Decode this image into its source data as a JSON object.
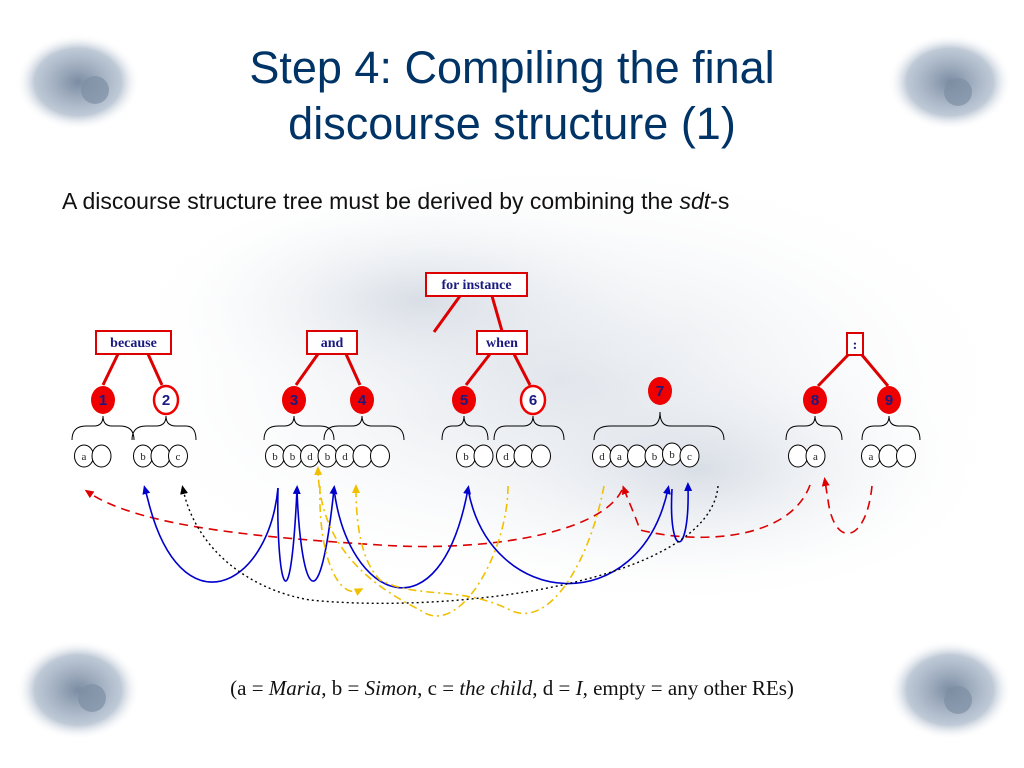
{
  "slide": {
    "title_line1": "Step 4: Compiling the final",
    "title_line2": "discourse structure (1)",
    "subtitle_prefix": "A discourse structure tree must be derived by combining the ",
    "subtitle_italic": "sdt",
    "subtitle_suffix": "-s"
  },
  "legend": {
    "open": "(a = ",
    "a": "Maria",
    "sep1": ", b = ",
    "b": "Simon",
    "sep2": ", c = ",
    "c": "the child",
    "sep3": ", d = ",
    "d": "I",
    "close": ", empty = any other REs)"
  },
  "diagram": {
    "relations": {
      "for_instance": "for instance",
      "because": "because",
      "and": "and",
      "when": "when",
      "colon": ":"
    },
    "nodes": [
      "1",
      "2",
      "3",
      "4",
      "5",
      "6",
      "7",
      "8",
      "9"
    ],
    "colors": {
      "red": "#dd0000",
      "blue": "#0000cc",
      "yellow": "#f0c000",
      "black": "#000000",
      "node_text": "#1a1a80"
    },
    "chains": [
      [
        "a",
        ""
      ],
      [
        "b",
        "",
        "c"
      ],
      [
        "b",
        "b",
        "d",
        "b",
        "d",
        "",
        ""
      ],
      [
        "b",
        ""
      ],
      [
        "d",
        "",
        ""
      ],
      [
        "d",
        "a",
        "",
        "b",
        "b",
        "c"
      ],
      [
        "",
        "a"
      ],
      [
        "a",
        "",
        ""
      ]
    ]
  }
}
